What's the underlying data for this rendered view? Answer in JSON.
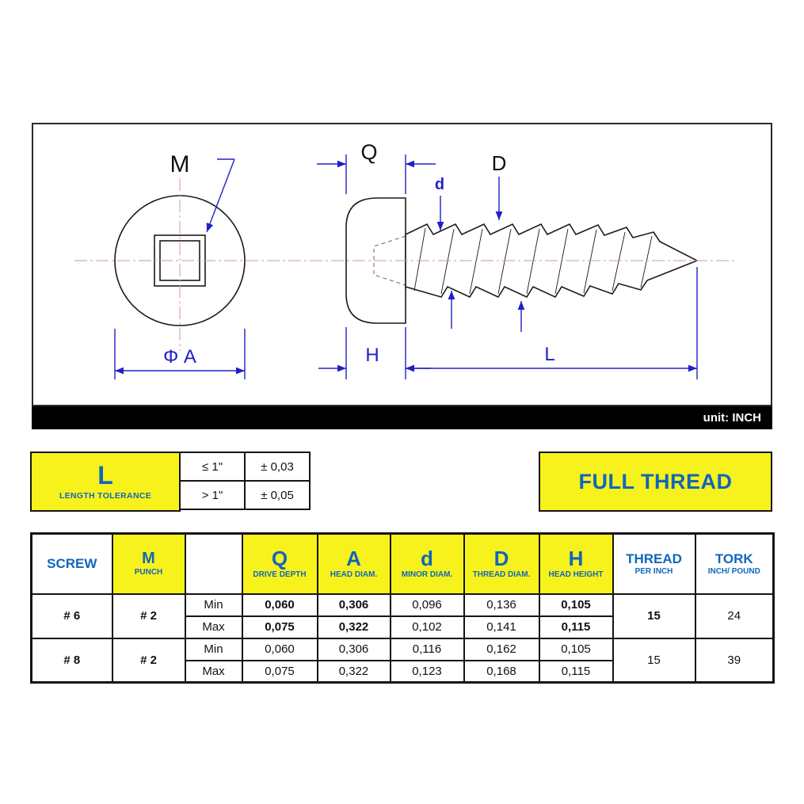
{
  "drawing": {
    "unit_label": "unit: INCH",
    "labels": {
      "m": "M",
      "phi_a": "Φ A",
      "q": "Q",
      "d_minor": "d",
      "d_major": "D",
      "h": "H",
      "l": "L"
    }
  },
  "tolerance": {
    "symbol": "L",
    "caption": "LENGTH TOLERANCE",
    "rows": [
      {
        "range": "≤ 1\"",
        "value": "± 0,03"
      },
      {
        "range": "> 1\"",
        "value": "± 0,05"
      }
    ]
  },
  "thread_note": {
    "label": "FULL THREAD"
  },
  "spec_table": {
    "headers": {
      "screw": "SCREW",
      "m": "M",
      "m_caption": "PUNCH",
      "q": "Q",
      "q_caption": "DRIVE DEPTH",
      "a": "A",
      "a_caption": "HEAD DIAM.",
      "d_minor": "d",
      "d_minor_caption": "MINOR DIAM.",
      "d_major": "D",
      "d_major_caption": "THREAD DIAM.",
      "h": "H",
      "h_caption": "HEAD HEIGHT",
      "thread": "THREAD",
      "thread_caption": "PER INCH",
      "tork": "TORK",
      "tork_caption": "INCH/ POUND"
    },
    "groups": [
      {
        "screw": "# 6",
        "punch": "# 2",
        "thread_per_inch": "15",
        "tork": "24",
        "rows": [
          {
            "limit": "Min",
            "q": "0,060",
            "a": "0,306",
            "d": "0,096",
            "D": "0,136",
            "h": "0,105"
          },
          {
            "limit": "Max",
            "q": "0,075",
            "a": "0,322",
            "d": "0,102",
            "D": "0,141",
            "h": "0,115"
          }
        ]
      },
      {
        "screw": "# 8",
        "punch": "# 2",
        "thread_per_inch": "15",
        "tork": "39",
        "rows": [
          {
            "limit": "Min",
            "q": "0,060",
            "a": "0,306",
            "d": "0,116",
            "D": "0,162",
            "h": "0,105"
          },
          {
            "limit": "Max",
            "q": "0,075",
            "a": "0,322",
            "d": "0,123",
            "D": "0,168",
            "h": "0,115"
          }
        ]
      }
    ]
  },
  "colors": {
    "accent_blue": "#1166bb",
    "dimension_blue": "#2020c8",
    "highlight_yellow": "#f8f21c",
    "unit_bar_black": "#000000"
  }
}
